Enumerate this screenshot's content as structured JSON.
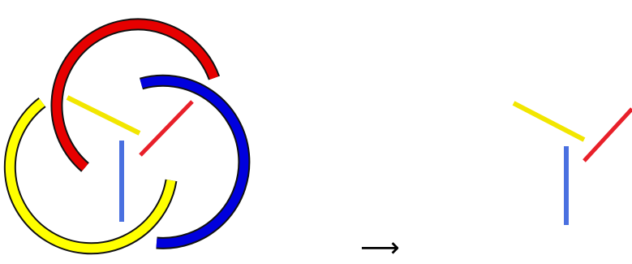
{
  "arrow": {
    "symbol": "⟶"
  },
  "colors": {
    "red": "#e60000",
    "yellow": "#ffff00",
    "blue": "#0000dd",
    "stick_red": "#e8202a",
    "stick_yellow": "#f2e600",
    "stick_blue": "#4a70e0",
    "outline": "#111111"
  },
  "figures": [
    {
      "name": "borromean-rings-with-tripod",
      "parts": [
        "red-ring",
        "yellow-ring",
        "blue-ring",
        "yellow-stick",
        "red-stick",
        "blue-stick"
      ]
    },
    {
      "name": "tripod-only",
      "parts": [
        "yellow-stick",
        "red-stick",
        "blue-stick"
      ]
    }
  ]
}
